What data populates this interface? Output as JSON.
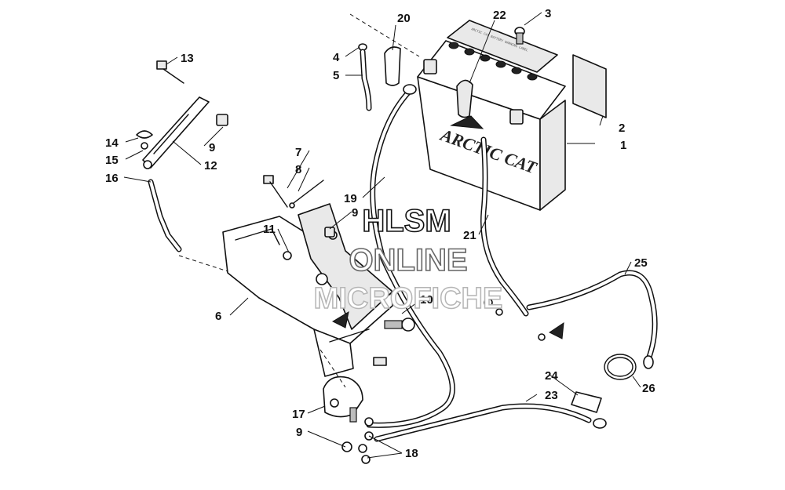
{
  "diagram": {
    "callouts": [
      {
        "id": "c1",
        "text": "1"
      },
      {
        "id": "c2",
        "text": "2"
      },
      {
        "id": "c3",
        "text": "3"
      },
      {
        "id": "c4",
        "text": "4"
      },
      {
        "id": "c5",
        "text": "5"
      },
      {
        "id": "c6",
        "text": "6"
      },
      {
        "id": "c7",
        "text": "7"
      },
      {
        "id": "c8",
        "text": "8"
      },
      {
        "id": "c9a",
        "text": "9"
      },
      {
        "id": "c9b",
        "text": "9"
      },
      {
        "id": "c9c",
        "text": "9"
      },
      {
        "id": "c10",
        "text": "10"
      },
      {
        "id": "c11",
        "text": "11"
      },
      {
        "id": "c12",
        "text": "12"
      },
      {
        "id": "c13",
        "text": "13"
      },
      {
        "id": "c14",
        "text": "14"
      },
      {
        "id": "c15",
        "text": "15"
      },
      {
        "id": "c16",
        "text": "16"
      },
      {
        "id": "c17",
        "text": "17"
      },
      {
        "id": "c18",
        "text": "18"
      },
      {
        "id": "c19",
        "text": "19"
      },
      {
        "id": "c20",
        "text": "20"
      },
      {
        "id": "c21",
        "text": "21"
      },
      {
        "id": "c22",
        "text": "22"
      },
      {
        "id": "c23",
        "text": "23"
      },
      {
        "id": "c24",
        "text": "24"
      },
      {
        "id": "c25",
        "text": "25"
      },
      {
        "id": "c26",
        "text": "26"
      }
    ],
    "battery_brand": "ARCTIC CAT"
  },
  "watermark": {
    "line1": "HLSM",
    "line2": "ONLINE",
    "line3": "MICROFICHE"
  }
}
